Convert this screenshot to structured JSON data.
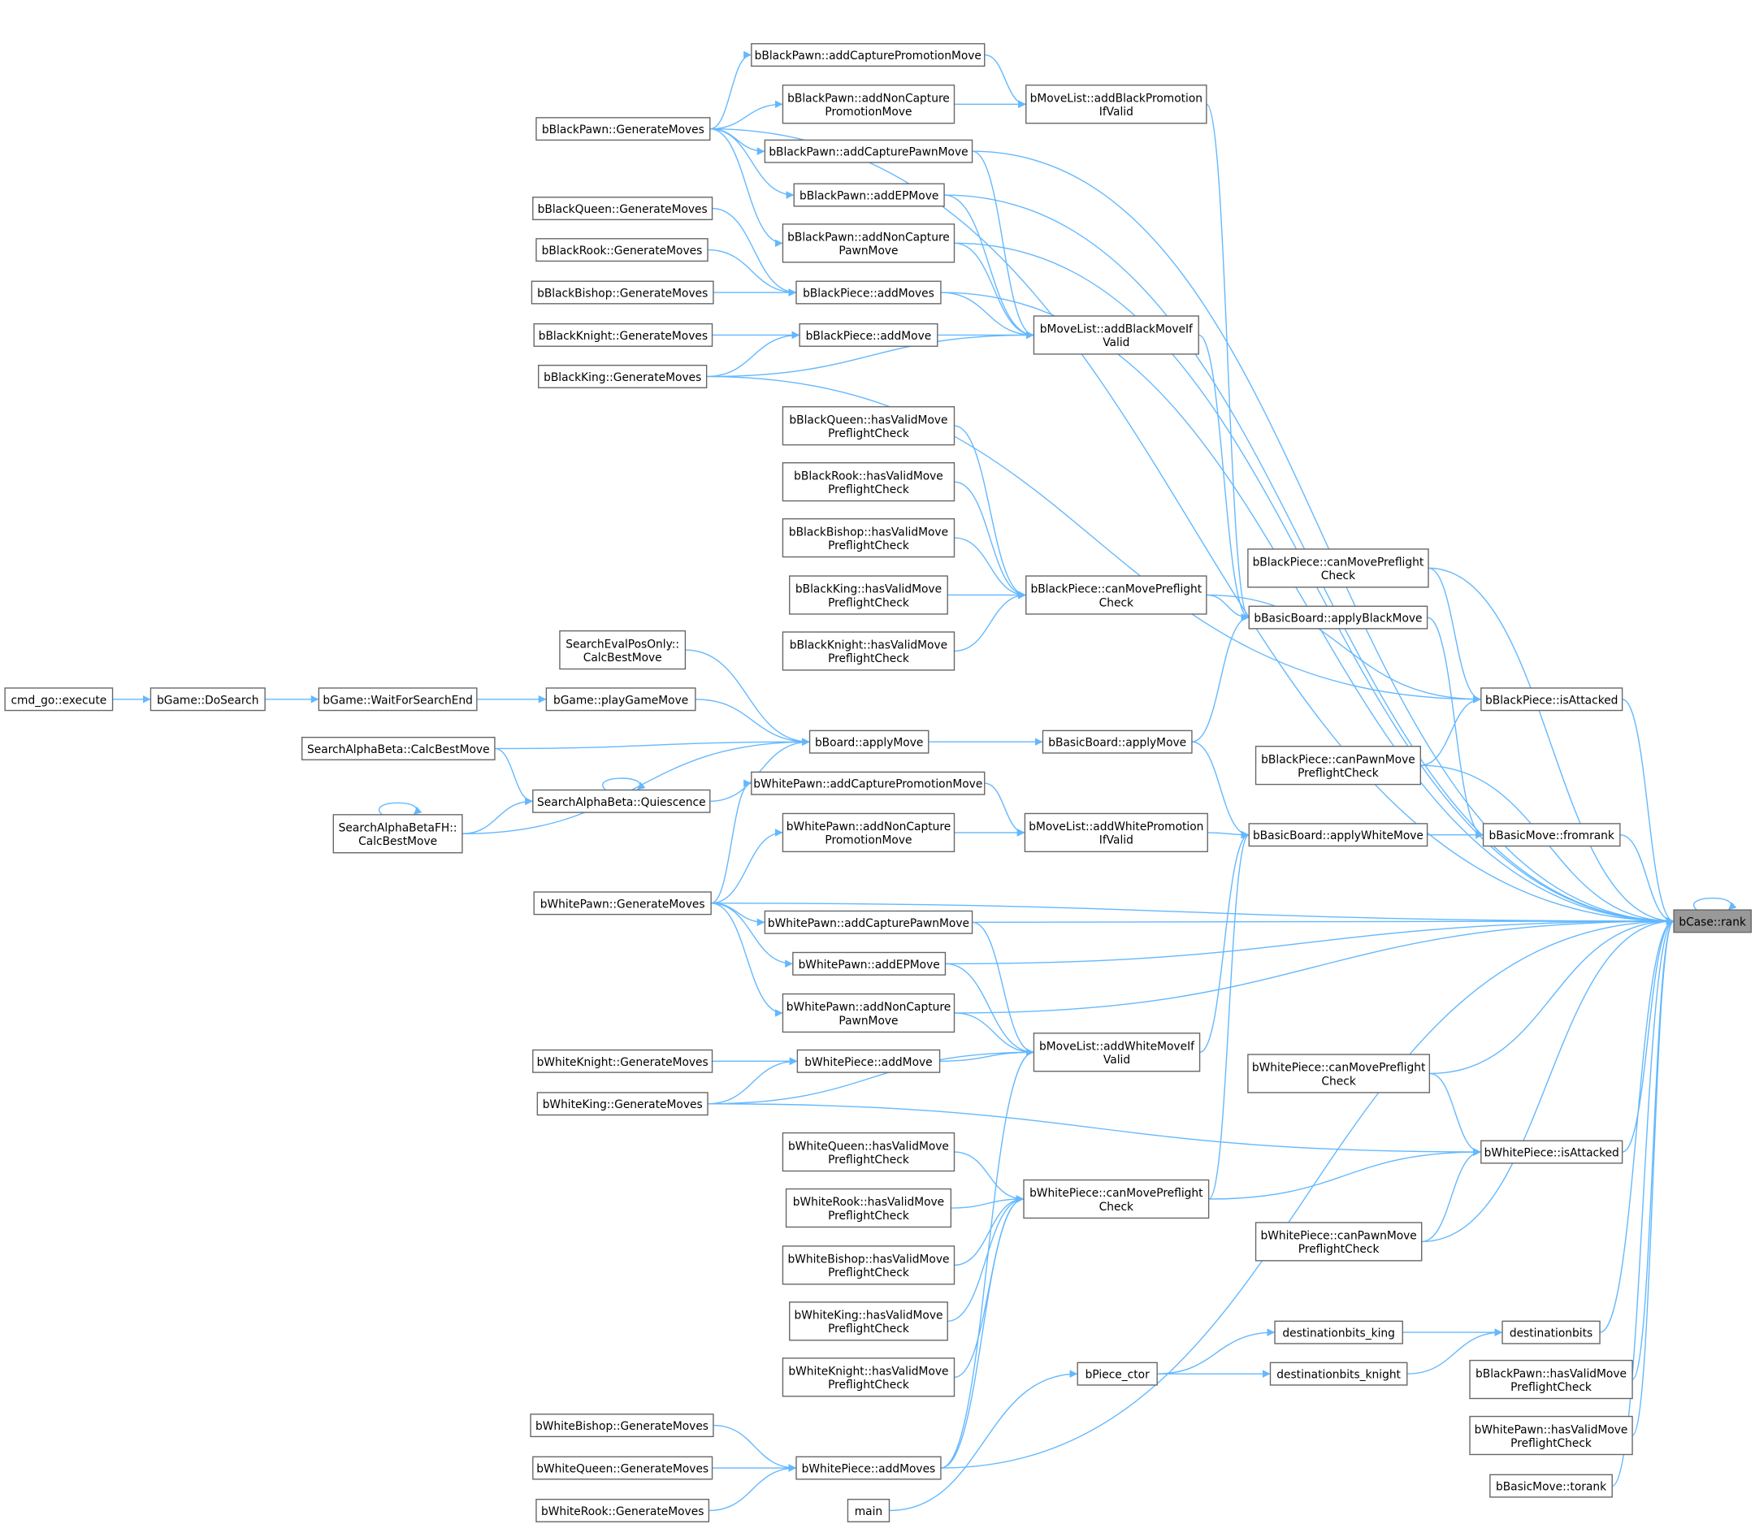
{
  "edge_color": "#63b8ff",
  "root_fill": "#999999",
  "nodes": {
    "n1": {
      "lines": [
        "cmd_go::execute"
      ]
    },
    "n2": {
      "lines": [
        "bGame::DoSearch"
      ]
    },
    "n3": {
      "lines": [
        "bGame::WaitForSearchEnd"
      ]
    },
    "n4": {
      "lines": [
        "bGame::playGameMove"
      ]
    },
    "n5": {
      "lines": [
        "SearchEvalPosOnly::",
        "CalcBestMove"
      ]
    },
    "n6": {
      "lines": [
        "SearchAlphaBeta::CalcBestMove"
      ]
    },
    "n7": {
      "lines": [
        "SearchAlphaBetaFH::",
        "CalcBestMove"
      ]
    },
    "n8": {
      "lines": [
        "SearchAlphaBeta::Quiescence"
      ]
    },
    "n9": {
      "lines": [
        "bBoard::applyMove"
      ]
    },
    "n10": {
      "lines": [
        "bBasicBoard::applyMove"
      ]
    },
    "n11": {
      "lines": [
        "bBlackPawn::GenerateMoves"
      ]
    },
    "n12": {
      "lines": [
        "bBlackPawn::addCapturePromotionMove"
      ]
    },
    "n13": {
      "lines": [
        "bBlackPawn::addNonCapture",
        "PromotionMove"
      ]
    },
    "n14": {
      "lines": [
        "bBlackPawn::addCapturePawnMove"
      ]
    },
    "n15": {
      "lines": [
        "bBlackPawn::addEPMove"
      ]
    },
    "n16": {
      "lines": [
        "bBlackPawn::addNonCapture",
        "PawnMove"
      ]
    },
    "n17": {
      "lines": [
        "bMoveList::addBlackPromotion",
        "IfValid"
      ]
    },
    "n18": {
      "lines": [
        "bBlackQueen::GenerateMoves"
      ]
    },
    "n19": {
      "lines": [
        "bBlackRook::GenerateMoves"
      ]
    },
    "n20": {
      "lines": [
        "bBlackBishop::GenerateMoves"
      ]
    },
    "n21": {
      "lines": [
        "bBlackKnight::GenerateMoves"
      ]
    },
    "n22": {
      "lines": [
        "bBlackKing::GenerateMoves"
      ]
    },
    "n23": {
      "lines": [
        "bBlackPiece::addMoves"
      ]
    },
    "n24": {
      "lines": [
        "bBlackPiece::addMove"
      ]
    },
    "n25": {
      "lines": [
        "bMoveList::addBlackMoveIf",
        "Valid"
      ]
    },
    "n26": {
      "lines": [
        "bBlackQueen::hasValidMove",
        "PreflightCheck"
      ]
    },
    "n27": {
      "lines": [
        "bBlackRook::hasValidMove",
        "PreflightCheck"
      ]
    },
    "n28": {
      "lines": [
        "bBlackBishop::hasValidMove",
        "PreflightCheck"
      ]
    },
    "n29": {
      "lines": [
        "bBlackKing::hasValidMove",
        "PreflightCheck"
      ]
    },
    "n30": {
      "lines": [
        "bBlackKnight::hasValidMove",
        "PreflightCheck"
      ]
    },
    "n31": {
      "lines": [
        "bBlackPiece::canMovePreflight",
        "Check"
      ]
    },
    "n32": {
      "lines": [
        "bBasicBoard::applyBlackMove"
      ]
    },
    "n33": {
      "lines": [
        "bBlackPiece::canMovePreflight",
        "Check"
      ]
    },
    "n34": {
      "lines": [
        "bBlackPiece::isAttacked"
      ]
    },
    "n35": {
      "lines": [
        "bBlackPiece::canPawnMove",
        "PreflightCheck"
      ]
    },
    "n36": {
      "lines": [
        "bBasicBoard::applyWhiteMove"
      ]
    },
    "n37": {
      "lines": [
        "bBasicMove::fromrank"
      ]
    },
    "n38": {
      "lines": [
        "bCase::rank"
      ]
    },
    "n39": {
      "lines": [
        "bWhitePawn::addCapturePromotionMove"
      ]
    },
    "n40": {
      "lines": [
        "bWhitePawn::addNonCapture",
        "PromotionMove"
      ]
    },
    "n41": {
      "lines": [
        "bMoveList::addWhitePromotion",
        "IfValid"
      ]
    },
    "n42": {
      "lines": [
        "bWhitePawn::GenerateMoves"
      ]
    },
    "n43": {
      "lines": [
        "bWhitePawn::addCapturePawnMove"
      ]
    },
    "n44": {
      "lines": [
        "bWhitePawn::addEPMove"
      ]
    },
    "n45": {
      "lines": [
        "bWhitePawn::addNonCapture",
        "PawnMove"
      ]
    },
    "n46": {
      "lines": [
        "bMoveList::addWhiteMoveIf",
        "Valid"
      ]
    },
    "n47": {
      "lines": [
        "bWhiteKnight::GenerateMoves"
      ]
    },
    "n48": {
      "lines": [
        "bWhitePiece::addMove"
      ]
    },
    "n49": {
      "lines": [
        "bWhiteKing::GenerateMoves"
      ]
    },
    "n50": {
      "lines": [
        "bWhiteQueen::hasValidMove",
        "PreflightCheck"
      ]
    },
    "n51": {
      "lines": [
        "bWhiteRook::hasValidMove",
        "PreflightCheck"
      ]
    },
    "n52": {
      "lines": [
        "bWhiteBishop::hasValidMove",
        "PreflightCheck"
      ]
    },
    "n53": {
      "lines": [
        "bWhiteKing::hasValidMove",
        "PreflightCheck"
      ]
    },
    "n54": {
      "lines": [
        "bWhiteKnight::hasValidMove",
        "PreflightCheck"
      ]
    },
    "n55": {
      "lines": [
        "bWhitePiece::canMovePreflight",
        "Check"
      ]
    },
    "n56": {
      "lines": [
        "bWhitePiece::canMovePreflight",
        "Check"
      ]
    },
    "n57": {
      "lines": [
        "bWhitePiece::isAttacked"
      ]
    },
    "n58": {
      "lines": [
        "bWhitePiece::canPawnMove",
        "PreflightCheck"
      ]
    },
    "n59": {
      "lines": [
        "destinationbits"
      ]
    },
    "n60": {
      "lines": [
        "destinationbits_king"
      ]
    },
    "n61": {
      "lines": [
        "destinationbits_knight"
      ]
    },
    "n62": {
      "lines": [
        "bPiece_ctor"
      ]
    },
    "n63": {
      "lines": [
        "main"
      ]
    },
    "n64": {
      "lines": [
        "bWhiteBishop::GenerateMoves"
      ]
    },
    "n65": {
      "lines": [
        "bWhiteQueen::GenerateMoves"
      ]
    },
    "n66": {
      "lines": [
        "bWhiteRook::GenerateMoves"
      ]
    },
    "n67": {
      "lines": [
        "bWhitePiece::addMoves"
      ]
    },
    "n68": {
      "lines": [
        "bBlackPawn::hasValidMove",
        "PreflightCheck"
      ]
    },
    "n69": {
      "lines": [
        "bWhitePawn::hasValidMove",
        "PreflightCheck"
      ]
    },
    "n70": {
      "lines": [
        "bBasicMove::torank"
      ]
    }
  },
  "edges": [
    [
      "n1",
      "n2"
    ],
    [
      "n2",
      "n3"
    ],
    [
      "n3",
      "n4"
    ],
    [
      "n4",
      "n9"
    ],
    [
      "n5",
      "n9"
    ],
    [
      "n6",
      "n9"
    ],
    [
      "n6",
      "n8"
    ],
    [
      "n8",
      "n9"
    ],
    [
      "n8",
      "n8"
    ],
    [
      "n7",
      "n8"
    ],
    [
      "n7",
      "n7"
    ],
    [
      "n7",
      "n9"
    ],
    [
      "n9",
      "n10"
    ],
    [
      "n10",
      "n32"
    ],
    [
      "n10",
      "n36"
    ],
    [
      "n11",
      "n12"
    ],
    [
      "n11",
      "n13"
    ],
    [
      "n11",
      "n14"
    ],
    [
      "n11",
      "n15"
    ],
    [
      "n11",
      "n16"
    ],
    [
      "n12",
      "n17"
    ],
    [
      "n13",
      "n17"
    ],
    [
      "n14",
      "n25"
    ],
    [
      "n15",
      "n25"
    ],
    [
      "n16",
      "n25"
    ],
    [
      "n23",
      "n25"
    ],
    [
      "n24",
      "n25"
    ],
    [
      "n22",
      "n25"
    ],
    [
      "n18",
      "n23"
    ],
    [
      "n19",
      "n23"
    ],
    [
      "n20",
      "n23"
    ],
    [
      "n21",
      "n24"
    ],
    [
      "n22",
      "n24"
    ],
    [
      "n17",
      "n32"
    ],
    [
      "n25",
      "n32"
    ],
    [
      "n26",
      "n31"
    ],
    [
      "n27",
      "n31"
    ],
    [
      "n28",
      "n31"
    ],
    [
      "n29",
      "n31"
    ],
    [
      "n30",
      "n31"
    ],
    [
      "n31",
      "n32"
    ],
    [
      "n31",
      "n34"
    ],
    [
      "n22",
      "n34"
    ],
    [
      "n32",
      "n37"
    ],
    [
      "n33",
      "n34"
    ],
    [
      "n35",
      "n34"
    ],
    [
      "n36",
      "n37"
    ],
    [
      "n39",
      "n41"
    ],
    [
      "n40",
      "n41"
    ],
    [
      "n41",
      "n36"
    ],
    [
      "n42",
      "n39"
    ],
    [
      "n42",
      "n40"
    ],
    [
      "n42",
      "n43"
    ],
    [
      "n42",
      "n44"
    ],
    [
      "n42",
      "n45"
    ],
    [
      "n43",
      "n46"
    ],
    [
      "n44",
      "n46"
    ],
    [
      "n45",
      "n46"
    ],
    [
      "n48",
      "n46"
    ],
    [
      "n49",
      "n46"
    ],
    [
      "n67",
      "n46"
    ],
    [
      "n46",
      "n36"
    ],
    [
      "n47",
      "n48"
    ],
    [
      "n49",
      "n48"
    ],
    [
      "n50",
      "n55"
    ],
    [
      "n51",
      "n55"
    ],
    [
      "n52",
      "n55"
    ],
    [
      "n53",
      "n55"
    ],
    [
      "n54",
      "n55"
    ],
    [
      "n55",
      "n36"
    ],
    [
      "n55",
      "n57"
    ],
    [
      "n49",
      "n57"
    ],
    [
      "n56",
      "n57"
    ],
    [
      "n58",
      "n57"
    ],
    [
      "n67",
      "n55"
    ],
    [
      "n64",
      "n67"
    ],
    [
      "n65",
      "n67"
    ],
    [
      "n66",
      "n67"
    ],
    [
      "n62",
      "n61"
    ],
    [
      "n62",
      "n60"
    ],
    [
      "n60",
      "n59"
    ],
    [
      "n61",
      "n59"
    ],
    [
      "n63",
      "n62"
    ],
    [
      "n11",
      "n38"
    ],
    [
      "n14",
      "n38"
    ],
    [
      "n15",
      "n38"
    ],
    [
      "n16",
      "n38"
    ],
    [
      "n23",
      "n38"
    ],
    [
      "n33",
      "n38"
    ],
    [
      "n34",
      "n38"
    ],
    [
      "n35",
      "n38"
    ],
    [
      "n37",
      "n38"
    ],
    [
      "n42",
      "n38"
    ],
    [
      "n43",
      "n38"
    ],
    [
      "n44",
      "n38"
    ],
    [
      "n45",
      "n38"
    ],
    [
      "n56",
      "n38"
    ],
    [
      "n57",
      "n38"
    ],
    [
      "n58",
      "n38"
    ],
    [
      "n67",
      "n38"
    ],
    [
      "n59",
      "n38"
    ],
    [
      "n68",
      "n38"
    ],
    [
      "n69",
      "n38"
    ],
    [
      "n70",
      "n38"
    ],
    [
      "n38",
      "n38"
    ]
  ]
}
